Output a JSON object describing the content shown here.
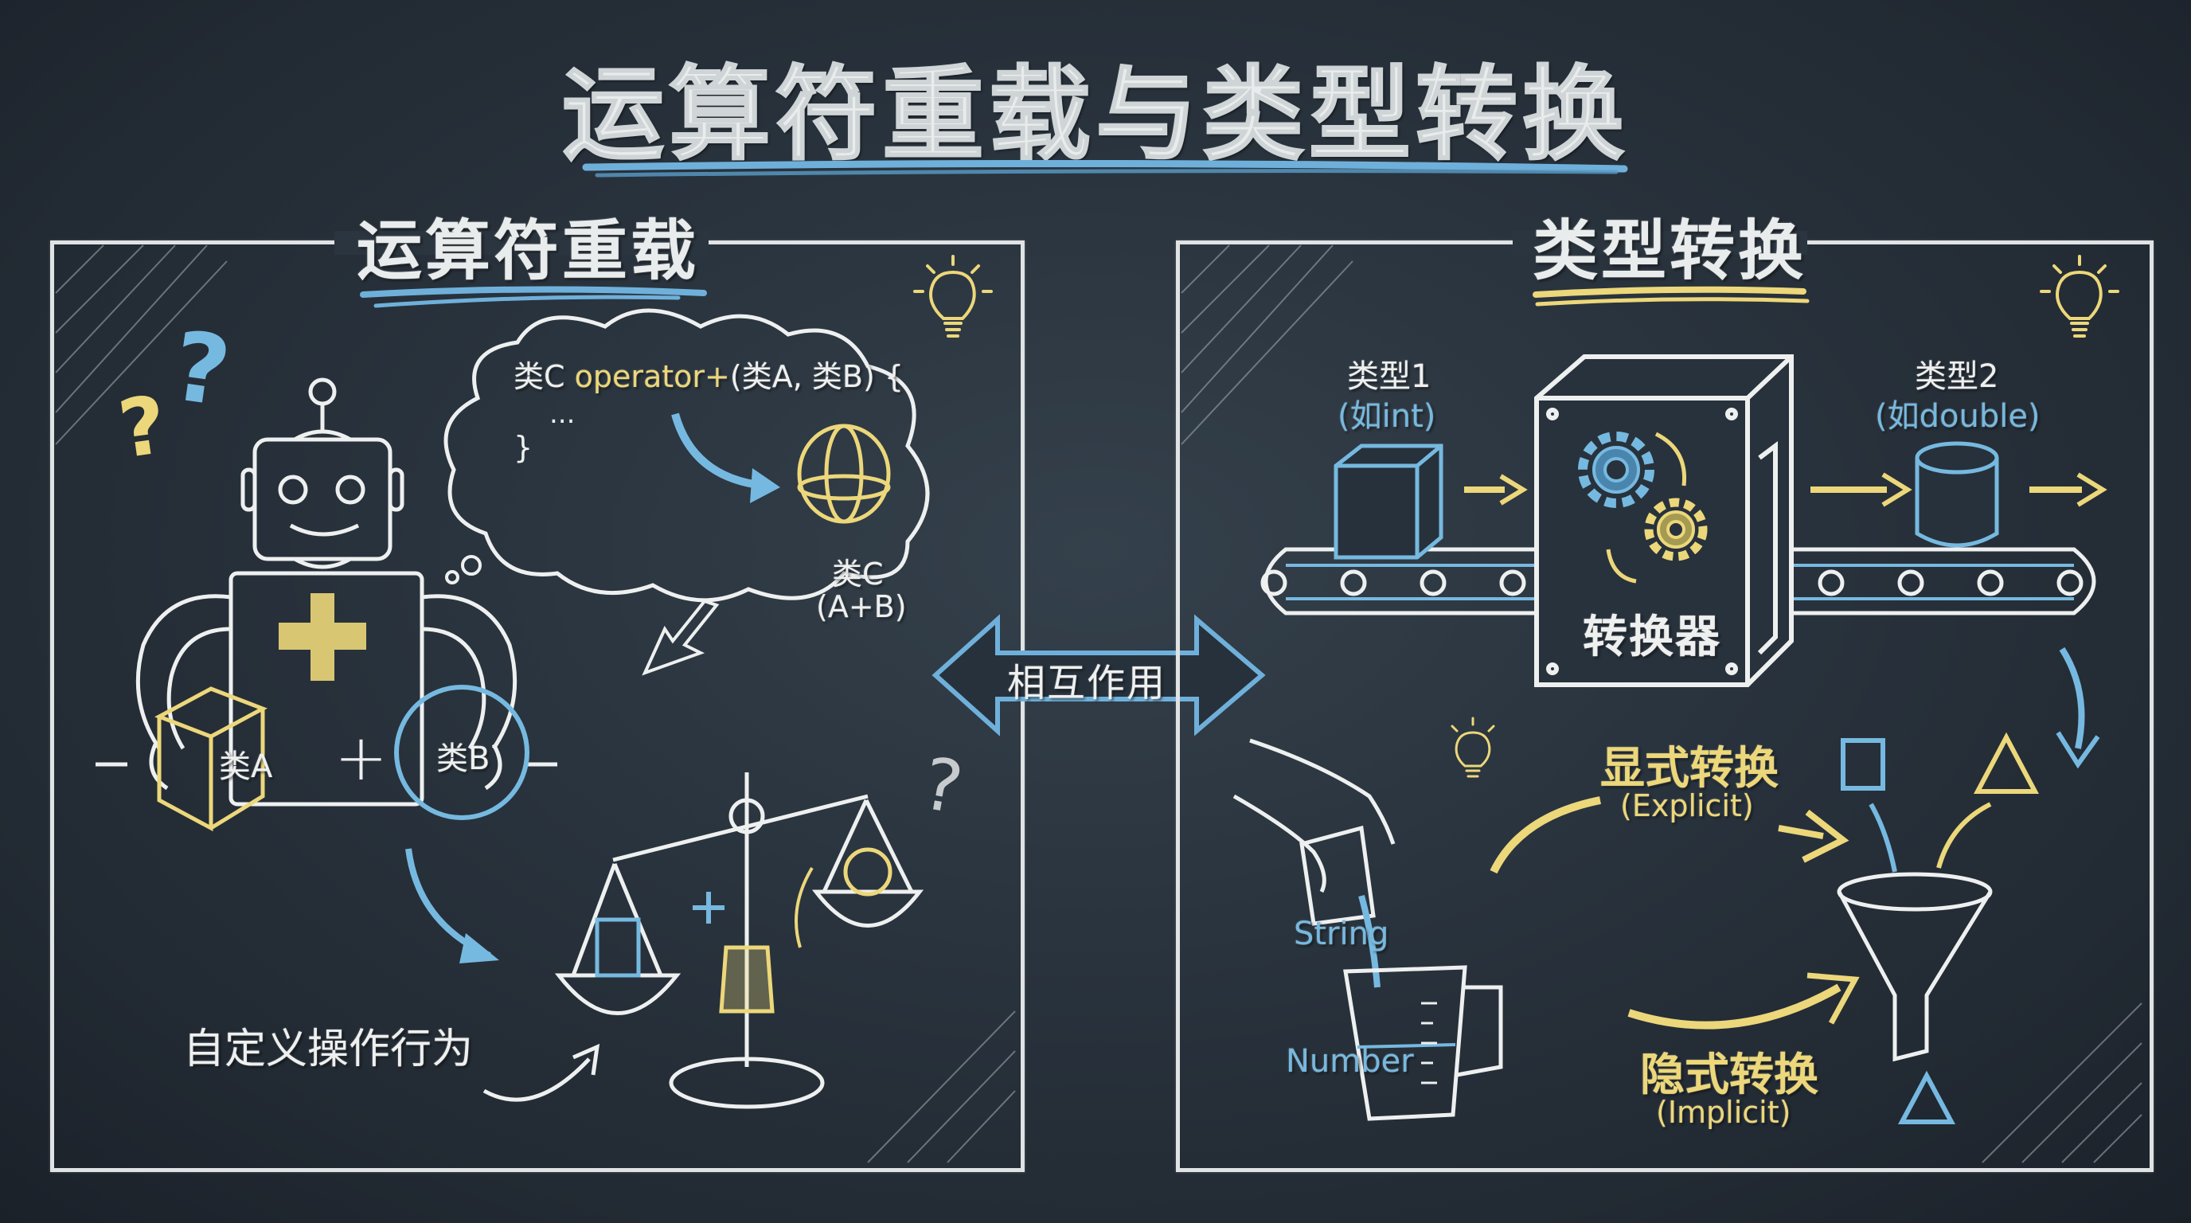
{
  "title": "运算符重载与类型转换",
  "colors": {
    "background": "#27313b",
    "chalk_white": "#eef0f0",
    "chalk_yellow": "#ecd77a",
    "chalk_blue": "#76b9e0"
  },
  "left_panel": {
    "title": "运算符重载",
    "thought_bubble": {
      "code_prefix": "类C ",
      "code_keyword": "operator+",
      "code_params": "(类A, 类B) {",
      "code_body": "...",
      "code_close": "}"
    },
    "result_label_line1": "类C",
    "result_label_line2": "(A+B)",
    "cube_label": "类A",
    "plus_symbol": "+",
    "sphere_label": "类B",
    "caption": "自定义操作行为",
    "icons": [
      "robot-icon",
      "question-mark-icon",
      "lightbulb-icon",
      "sphere-icon",
      "cube-icon",
      "balance-scale-icon"
    ]
  },
  "center": {
    "interaction_label": "相互作用"
  },
  "right_panel": {
    "title": "类型转换",
    "type1_label": "类型1",
    "type1_example": "(如int)",
    "type2_label": "类型2",
    "type2_example": "(如double)",
    "converter_label": "转换器",
    "string_label": "String",
    "number_label": "Number",
    "explicit_label": "显式转换",
    "explicit_sub": "(Explicit)",
    "implicit_label": "隐式转换",
    "implicit_sub": "(Implicit)",
    "icons": [
      "conveyor-belt-icon",
      "gear-icon",
      "cylinder-icon",
      "pouring-hand-icon",
      "measuring-jug-icon",
      "funnel-icon",
      "lightbulb-icon"
    ]
  }
}
